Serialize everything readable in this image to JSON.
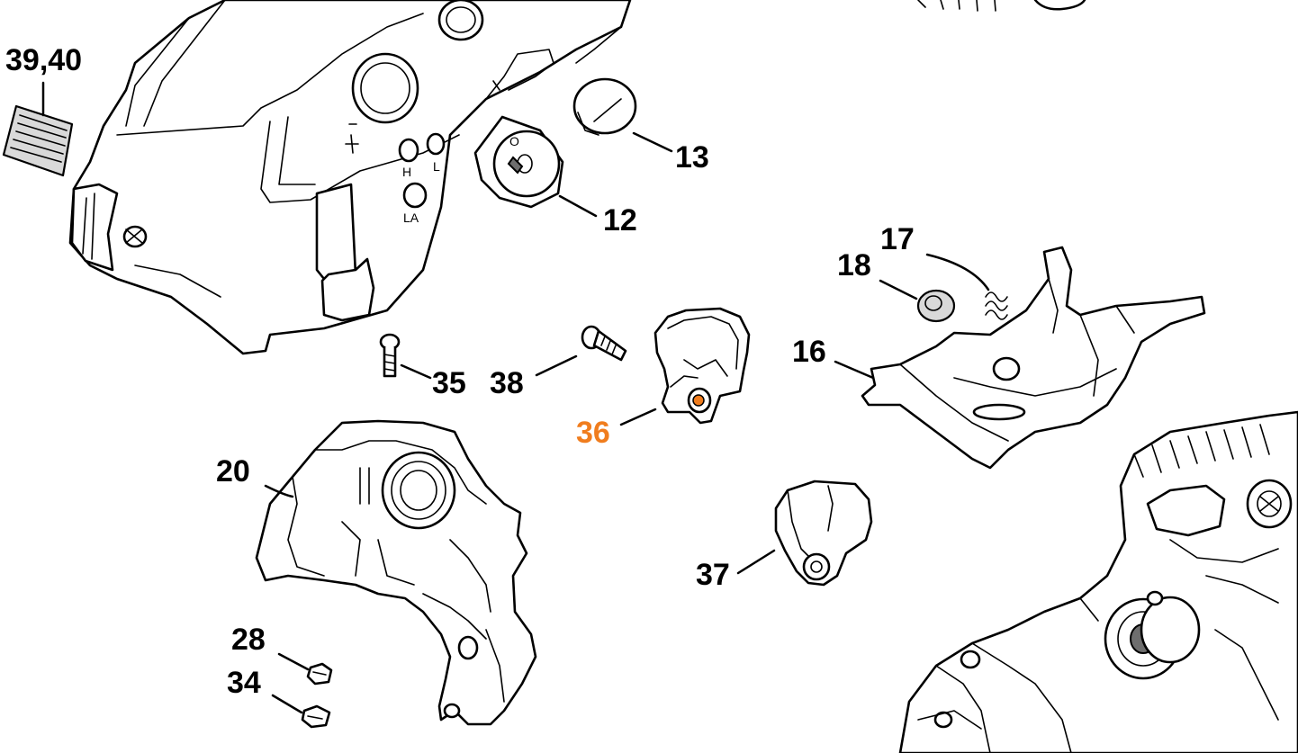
{
  "diagram": {
    "highlight_color": "#f07d1e",
    "highlighted_part": "36",
    "callouts": {
      "p3940": "39,40",
      "p13": "13",
      "p12": "12",
      "p17": "17",
      "p18": "18",
      "p16": "16",
      "p35": "35",
      "p38": "38",
      "p36": "36",
      "p20": "20",
      "p37": "37",
      "p28": "28",
      "p34": "34"
    },
    "cover_markings": {
      "h": "H",
      "l": "L",
      "la": "LA"
    }
  }
}
